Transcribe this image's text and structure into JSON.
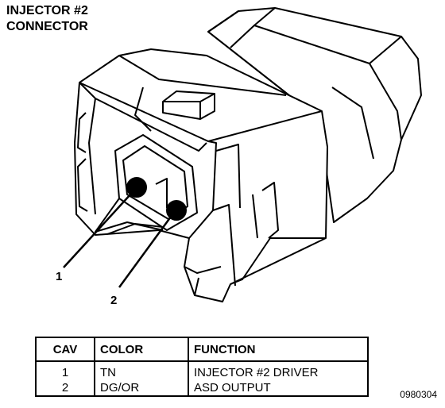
{
  "title": {
    "line1": "INJECTOR #2",
    "line2": "CONNECTOR"
  },
  "callouts": [
    "1",
    "2"
  ],
  "table": {
    "headers": [
      "CAV",
      "COLOR",
      "FUNCTION"
    ],
    "rows": [
      {
        "cav": "1",
        "color": "TN",
        "function": "INJECTOR #2 DRIVER"
      },
      {
        "cav": "2",
        "color": "DG/OR",
        "function": "ASD OUTPUT"
      }
    ]
  },
  "figure_code": "0980304"
}
